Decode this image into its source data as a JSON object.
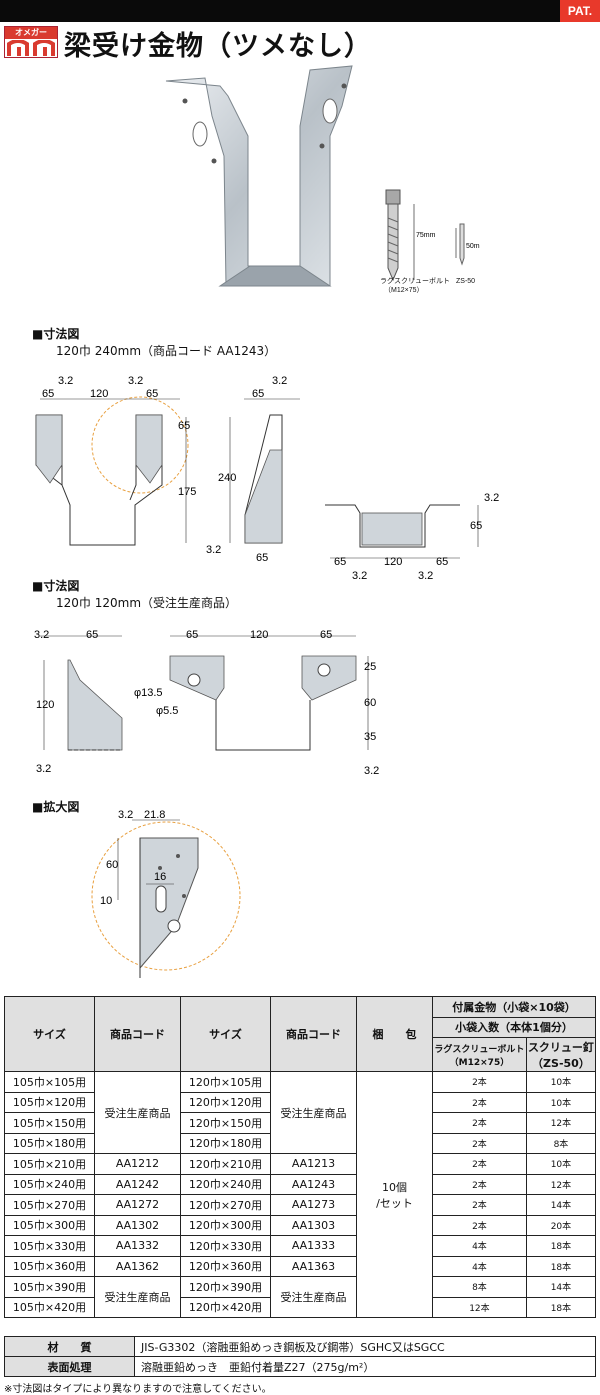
{
  "header": {
    "pat": "PAT.",
    "brand": "オメガー",
    "title": "梁受け金物（ツメなし）"
  },
  "parts": {
    "bolt_len": "75mm",
    "bolt_name": "ラグスクリューボルト",
    "bolt_spec": "（M12×75）",
    "screw_len": "50mm",
    "screw_name": "ZS-50"
  },
  "sec1": {
    "title": "■寸法図",
    "subtitle": "120巾  240mm（商品コード AA1243）",
    "dims": [
      "3.2",
      "3.2",
      "3.2",
      "65",
      "120",
      "65",
      "65",
      "65",
      "175",
      "240",
      "3.2",
      "65",
      "3.2",
      "65",
      "65",
      "120",
      "65",
      "3.2",
      "3.2"
    ]
  },
  "sec2": {
    "title": "■寸法図",
    "subtitle": "120巾  120mm（受注生産商品）",
    "dims": [
      "3.2",
      "65",
      "120",
      "3.2",
      "65",
      "120",
      "65",
      "φ13.5",
      "φ5.5",
      "25",
      "60",
      "35",
      "3.2"
    ]
  },
  "sec3": {
    "title": "■拡大図",
    "dims": [
      "3.2",
      "21.8",
      "60",
      "16",
      "10"
    ]
  },
  "table": {
    "headers": {
      "size": "サイズ",
      "code": "商品コード",
      "pack1": "梱",
      "pack2": "包",
      "acc": "付属金物（小袋×10袋）",
      "bag": "小袋入数（本体1個分）",
      "lag1": "ラグスクリューボルト",
      "lag2": "（M12×75）",
      "scr1": "スクリュー釘",
      "scr2": "（ZS-50）"
    },
    "order_made": "受注生産商品",
    "packing": "10個\n/セット",
    "rows": [
      {
        "s1": "105巾×105用",
        "c1": "",
        "s2": "120巾×105用",
        "c2": "",
        "lag": "2本",
        "scr": "10本"
      },
      {
        "s1": "105巾×120用",
        "c1": "",
        "s2": "120巾×120用",
        "c2": "",
        "lag": "2本",
        "scr": "10本"
      },
      {
        "s1": "105巾×150用",
        "c1": "",
        "s2": "120巾×150用",
        "c2": "",
        "lag": "2本",
        "scr": "12本"
      },
      {
        "s1": "105巾×180用",
        "c1": "",
        "s2": "120巾×180用",
        "c2": "",
        "lag": "2本",
        "scr": "8本"
      },
      {
        "s1": "105巾×210用",
        "c1": "AA1212",
        "s2": "120巾×210用",
        "c2": "AA1213",
        "lag": "2本",
        "scr": "10本"
      },
      {
        "s1": "105巾×240用",
        "c1": "AA1242",
        "s2": "120巾×240用",
        "c2": "AA1243",
        "lag": "2本",
        "scr": "12本"
      },
      {
        "s1": "105巾×270用",
        "c1": "AA1272",
        "s2": "120巾×270用",
        "c2": "AA1273",
        "lag": "2本",
        "scr": "14本"
      },
      {
        "s1": "105巾×300用",
        "c1": "AA1302",
        "s2": "120巾×300用",
        "c2": "AA1303",
        "lag": "2本",
        "scr": "20本"
      },
      {
        "s1": "105巾×330用",
        "c1": "AA1332",
        "s2": "120巾×330用",
        "c2": "AA1333",
        "lag": "4本",
        "scr": "18本"
      },
      {
        "s1": "105巾×360用",
        "c1": "AA1362",
        "s2": "120巾×360用",
        "c2": "AA1363",
        "lag": "4本",
        "scr": "18本"
      },
      {
        "s1": "105巾×390用",
        "c1": "",
        "s2": "120巾×390用",
        "c2": "",
        "lag": "8本",
        "scr": "14本"
      },
      {
        "s1": "105巾×420用",
        "c1": "",
        "s2": "120巾×420用",
        "c2": "",
        "lag": "12本",
        "scr": "18本"
      }
    ]
  },
  "material": {
    "label": "材　　質",
    "value": "JIS-G3302（溶融亜鉛めっき鋼板及び鋼帯）SGHC又はSGCC",
    "surface_label": "表面処理",
    "surface_value": "溶融亜鉛めっき　亜鉛付着量Z27（275g/m²）"
  },
  "note": "※寸法図はタイプにより異なりますので注意してください。"
}
